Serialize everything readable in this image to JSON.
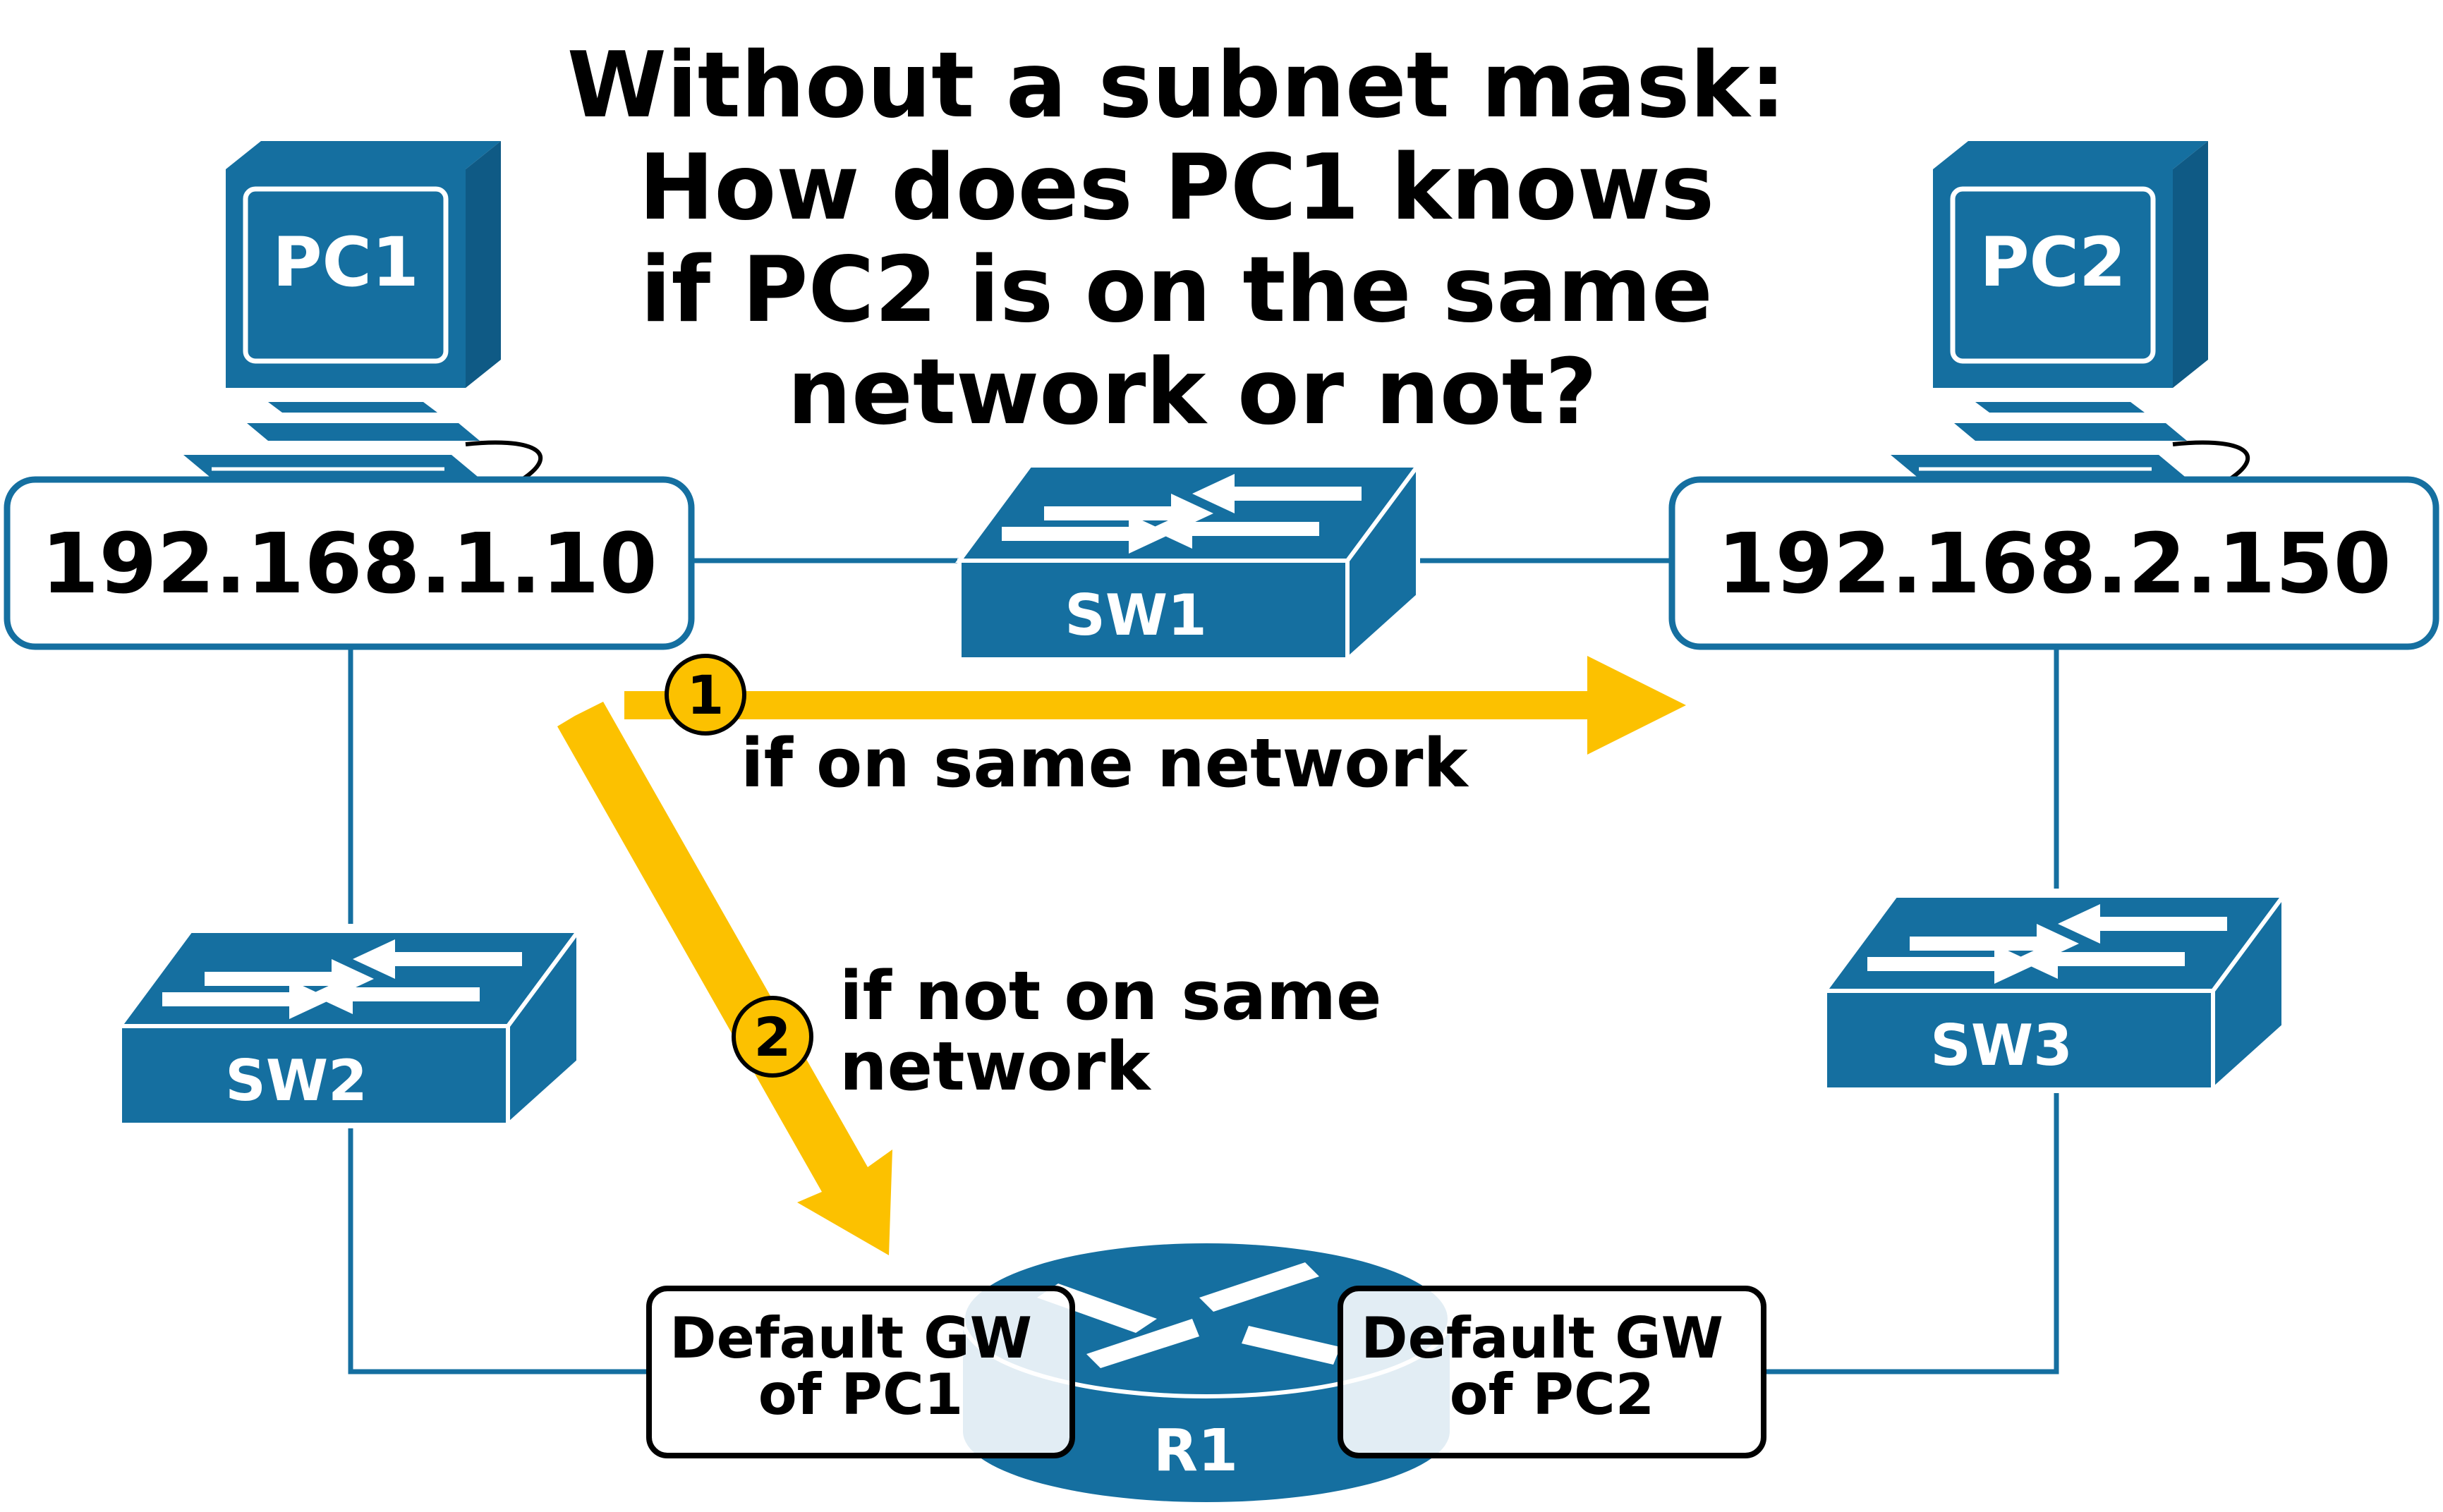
{
  "title_lines": [
    "Without a subnet mask:",
    "How does PC1 knows",
    "if PC2 is on the same",
    "network or not?"
  ],
  "pc1": {
    "label": "PC1",
    "ip": "192.168.1.10"
  },
  "pc2": {
    "label": "PC2",
    "ip": "192.168.2.150"
  },
  "switches": {
    "sw1": "SW1",
    "sw2": "SW2",
    "sw3": "SW3"
  },
  "router": {
    "label": "R1"
  },
  "steps": [
    {
      "number": "1",
      "text_lines": [
        "if on same network"
      ]
    },
    {
      "number": "2",
      "text_lines": [
        "if not on same",
        "network"
      ]
    }
  ],
  "gateways": {
    "pc1": [
      "Default GW",
      "of PC1"
    ],
    "pc2": [
      "Default GW",
      "of PC2"
    ]
  },
  "colors": {
    "cisco_blue": "#156FA0",
    "arrow_yellow": "#FCC100",
    "line_blue": "#156FA0",
    "text": "#000000"
  }
}
